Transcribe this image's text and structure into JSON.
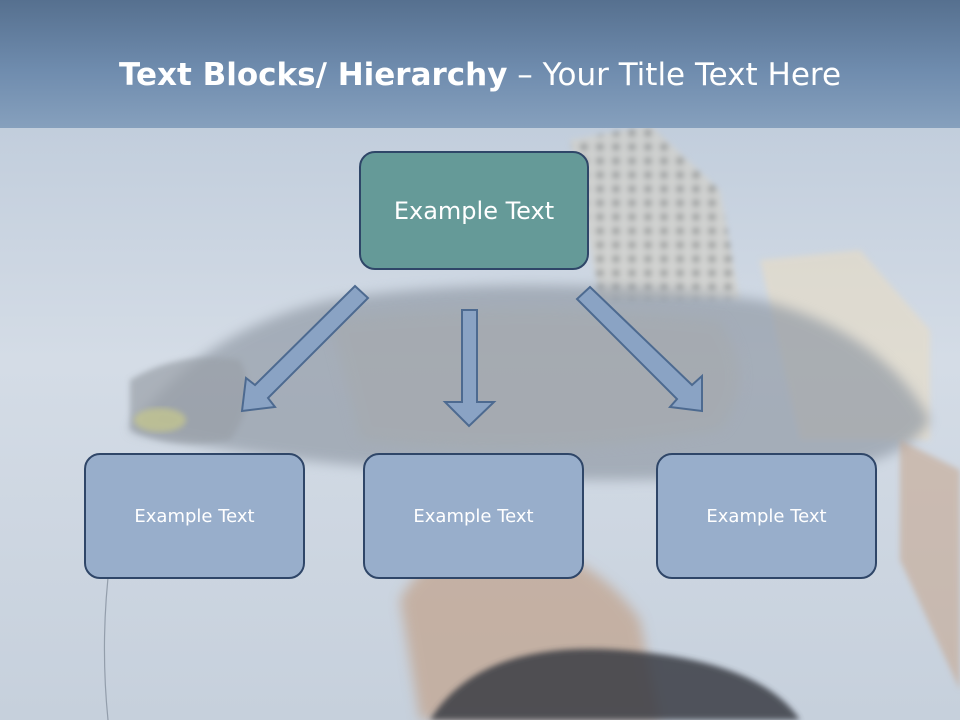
{
  "title": {
    "bold": "Text Blocks/ Hierarchy",
    "rest": " – Your Title Text Here"
  },
  "top_box": {
    "label": "Example Text"
  },
  "child_boxes": [
    {
      "label": "Example Text"
    },
    {
      "label": "Example Text"
    },
    {
      "label": "Example Text"
    }
  ],
  "colors": {
    "title_band": "#6f8cae",
    "top_box_fill": "#659a98",
    "child_box_fill": "#98aecb",
    "border": "#2f4668",
    "arrow_fill": "#8aa3c4",
    "arrow_stroke": "#4d6a90"
  }
}
